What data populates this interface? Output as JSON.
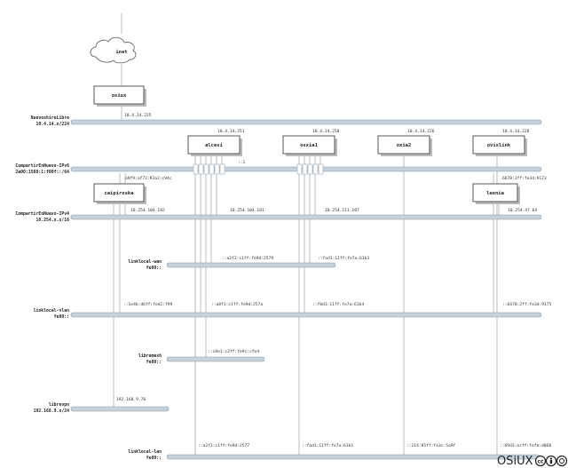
{
  "cloud": {
    "label": "inet"
  },
  "nodes": {
    "osiux": "osiux",
    "alcesi": "alcesi",
    "osxia1": "osxia1",
    "oxia2": "oxia2",
    "ovislink": "ovislink",
    "caipiroska": "caipiroska",
    "leonia": "leonia"
  },
  "networks": {
    "wanSalvo": {
      "name": "NuevoshireLibre",
      "cidr": "10.4.14.x/224"
    },
    "compv6": {
      "name": "CompartirEnNuevo-IPv6",
      "cidr": "2a00:1508:1:f00f::/64"
    },
    "compv4": {
      "name": "CompartirEnNuevo-IPv4",
      "cidr": "10.254.x.x/16"
    },
    "linklocalWan": {
      "name": "linklocal-wan",
      "cidr": "fe80::"
    },
    "linklocalVlan": {
      "name": "linklocal-vlan",
      "cidr": "fe80::"
    },
    "libremesh": {
      "name": "libremesh",
      "cidr": "fe80::"
    },
    "librevpn": {
      "name": "librevpn",
      "cidr": "192.168.9.x/24"
    },
    "linklocalLan": {
      "name": "linklocal-lan",
      "cidr": "fe80::"
    }
  },
  "addresses": {
    "osiuxWan": "10.4.14.225",
    "alcesiWan": "10.4.14.251",
    "osxia1Wan": "10.4.14.250",
    "oxia2Wan": "10.4.14.226",
    "ovislinkWan": "10.4.14.228",
    "alcesiV6": "::1",
    "caipV6": "a9f9:af72:93a2:c94c",
    "leoniaV6": "6670:2ff:fe3d:9173",
    "caipV4": "10.254.104.182",
    "alcesiV4": "10.254.104.181",
    "osxia1V4": "10.254.111.107",
    "leoniaV4": "10.254.47.64",
    "alcesiLlWan": "::a2f3:c1ff:fe9d:2579",
    "osxia1LlWan": "::fad1:11ff:fe7a:61b3",
    "caipLlVlan": "::1e4b:d6ff:fed2:f99",
    "alcesiLlVlan": "::a8f3:c1ff:fe9d:257a",
    "osxia1LlVlan": "::f8d1:11ff:fe7a:61b4",
    "leoniaLlVlan": "::6470:2ff:fe3d:9175",
    "alcesiMesh": "::c8e1:c2ff:fe9c:cfe4",
    "caipVpn": "192.168.9.70",
    "alcesiLan": "::a2f3:c1ff:fe9d:2577",
    "osxia1Lan": "::fad1:11ff:fe7a:61b1",
    "oxia2Lan": "::214:85ff:fe3c:5a9f",
    "ovislinkLan": "::69d3:ecff:fefb:d060"
  },
  "footer": {
    "brand": "OSiUX"
  }
}
